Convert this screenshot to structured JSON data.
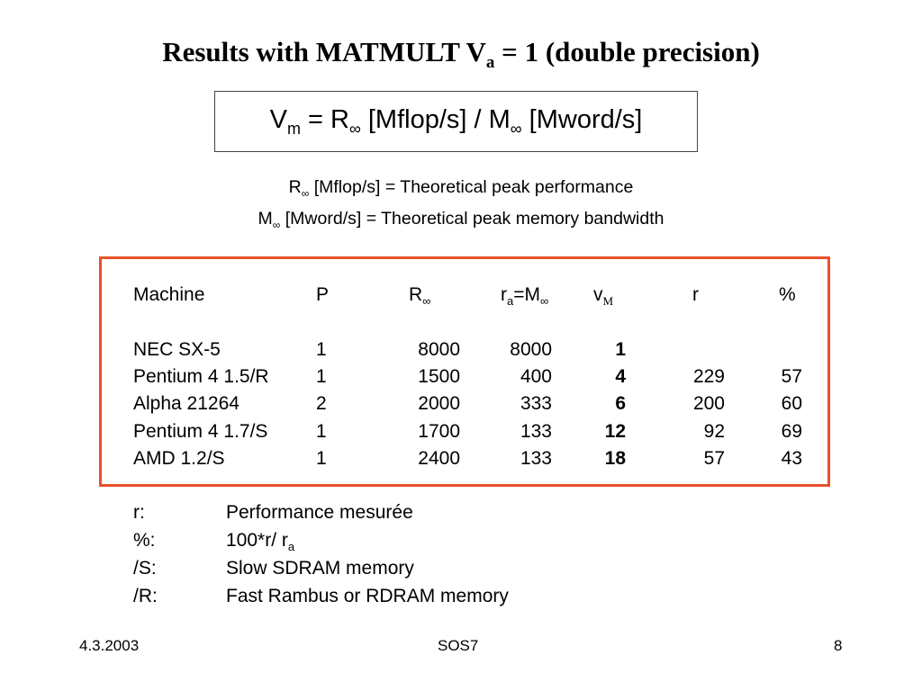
{
  "title": {
    "main": "Results with MATMULT V",
    "sub": "a",
    "rest": " = 1 (double precision)"
  },
  "formula": {
    "vm": "V",
    "vm_sub": "m",
    "eq": " = R",
    "inf": "∞",
    "mflops": " [Mflop/s] ",
    "div": "/",
    "m": " M",
    "mwords": " [Mword/s]"
  },
  "definitions": [
    {
      "sym": "R",
      "inf": "∞",
      "text": " [Mflop/s] = Theoretical peak performance"
    },
    {
      "sym": "M",
      "inf": "∞",
      "text": " [Mword/s] = Theoretical peak memory bandwidth"
    }
  ],
  "table": {
    "headers": {
      "machine": "Machine",
      "p": "P",
      "r_inf": "R",
      "r_inf_sub": "∞",
      "ra": "r",
      "ra_sub": "a",
      "ra_eq": "=M",
      "ra_inf": "∞",
      "vm": "v",
      "vm_sub": "M",
      "r": "r",
      "pct": "%"
    },
    "rows": [
      {
        "machine": "NEC SX-5",
        "p": "1",
        "r_inf": "8000",
        "ra": "8000",
        "vm": "1",
        "r": "",
        "pct": ""
      },
      {
        "machine": "Pentium 4 1.5/R",
        "p": "1",
        "r_inf": "1500",
        "ra": "400",
        "vm": "4",
        "r": "229",
        "pct": "57"
      },
      {
        "machine": "Alpha 21264",
        "p": "2",
        "r_inf": "2000",
        "ra": "333",
        "vm": "6",
        "r": "200",
        "pct": "60"
      },
      {
        "machine": "Pentium 4 1.7/S",
        "p": "1",
        "r_inf": "1700",
        "ra": "133",
        "vm": "12",
        "r": "92",
        "pct": "69"
      },
      {
        "machine": "AMD 1.2/S",
        "p": "1",
        "r_inf": "2400",
        "ra": "133",
        "vm": "18",
        "r": "57",
        "pct": "43"
      }
    ]
  },
  "legend": [
    {
      "key": "r:",
      "value": "Performance mesurée",
      "sub": ""
    },
    {
      "key": "%:",
      "value": "100*r/ r",
      "sub": "a"
    },
    {
      "key": "/S:",
      "value": "Slow SDRAM memory",
      "sub": ""
    },
    {
      "key": "/R:",
      "value": "Fast Rambus or RDRAM memory",
      "sub": ""
    }
  ],
  "footer": {
    "date": "4.3.2003",
    "center": "SOS7",
    "page": "8"
  },
  "colors": {
    "table_border": "#e8512a"
  }
}
